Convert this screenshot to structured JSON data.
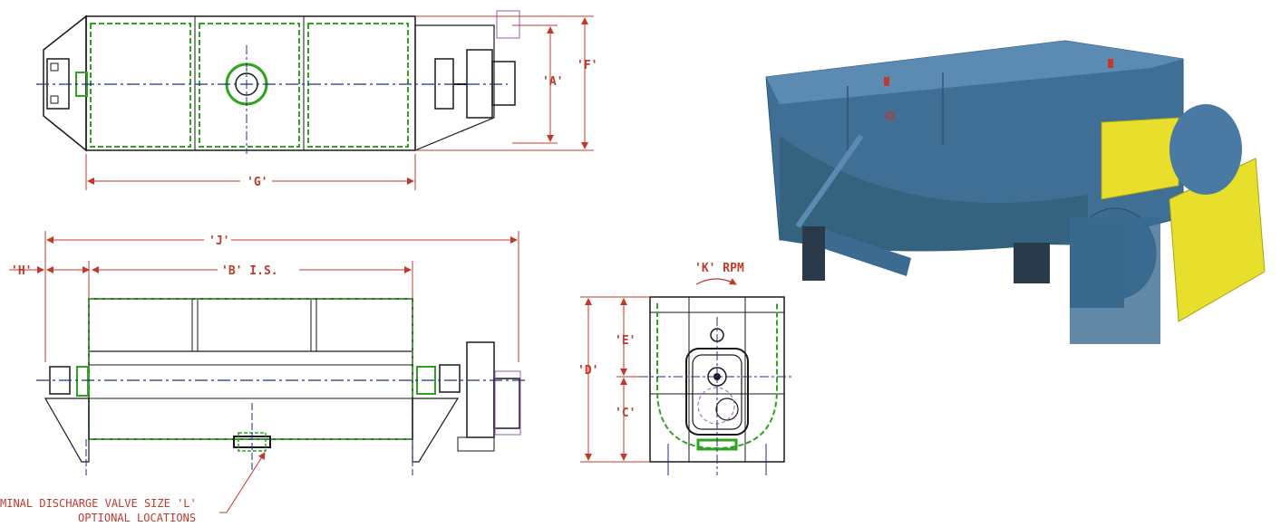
{
  "dimensions": {
    "a": "'A'",
    "f": "'F'",
    "g": "'G'",
    "j": "'J'",
    "h": "'H'",
    "b": "'B' I.S.",
    "k": "'K' RPM",
    "e": "'E'",
    "d": "'D'",
    "c": "'C'"
  },
  "note": {
    "line1": "MINAL DISCHARGE VALVE SIZE 'L'",
    "line2": "OPTIONAL LOCATIONS"
  },
  "colors": {
    "dimension": "#c0392b",
    "outline": "#1a1a1a",
    "trough": "#2ea31f",
    "centerline": "#1f2d8a",
    "hidden": "#9b59b6",
    "machine_body": "#3f6f95",
    "machine_guard": "#e7df2c"
  }
}
